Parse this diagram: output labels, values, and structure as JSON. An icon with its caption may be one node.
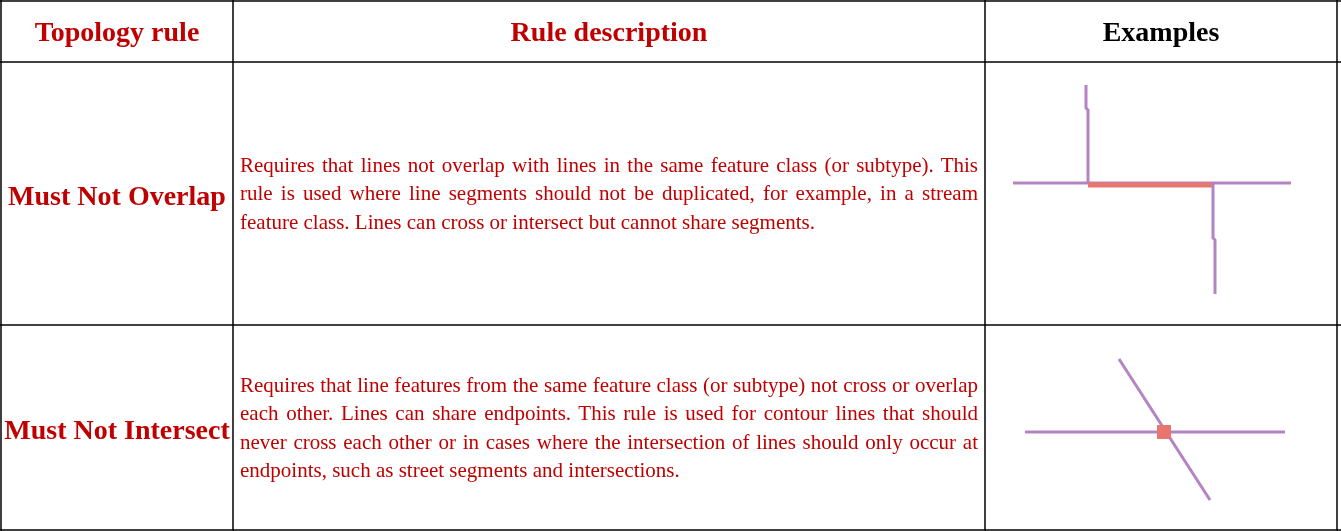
{
  "diagram": {
    "labels": [
      "Topology rule",
      "Rule description",
      "Examples",
      "Must Not Overlap",
      "Requires that lines not overlap with lines in the same feature class (or subtype). This rule is used where line segments should not be duplicated, for example, in a stream feature class. Lines can cross or intersect but cannot share segments.",
      "Must Not Intersect",
      "Requires that line features from the same feature class (or subtype) not cross or overlap each other. Lines can share endpoints. This rule is used for contour lines that should never cross each other or in cases where the intersection of lines should only occur at endpoints, such as street segments and intersections."
    ]
  }
}
